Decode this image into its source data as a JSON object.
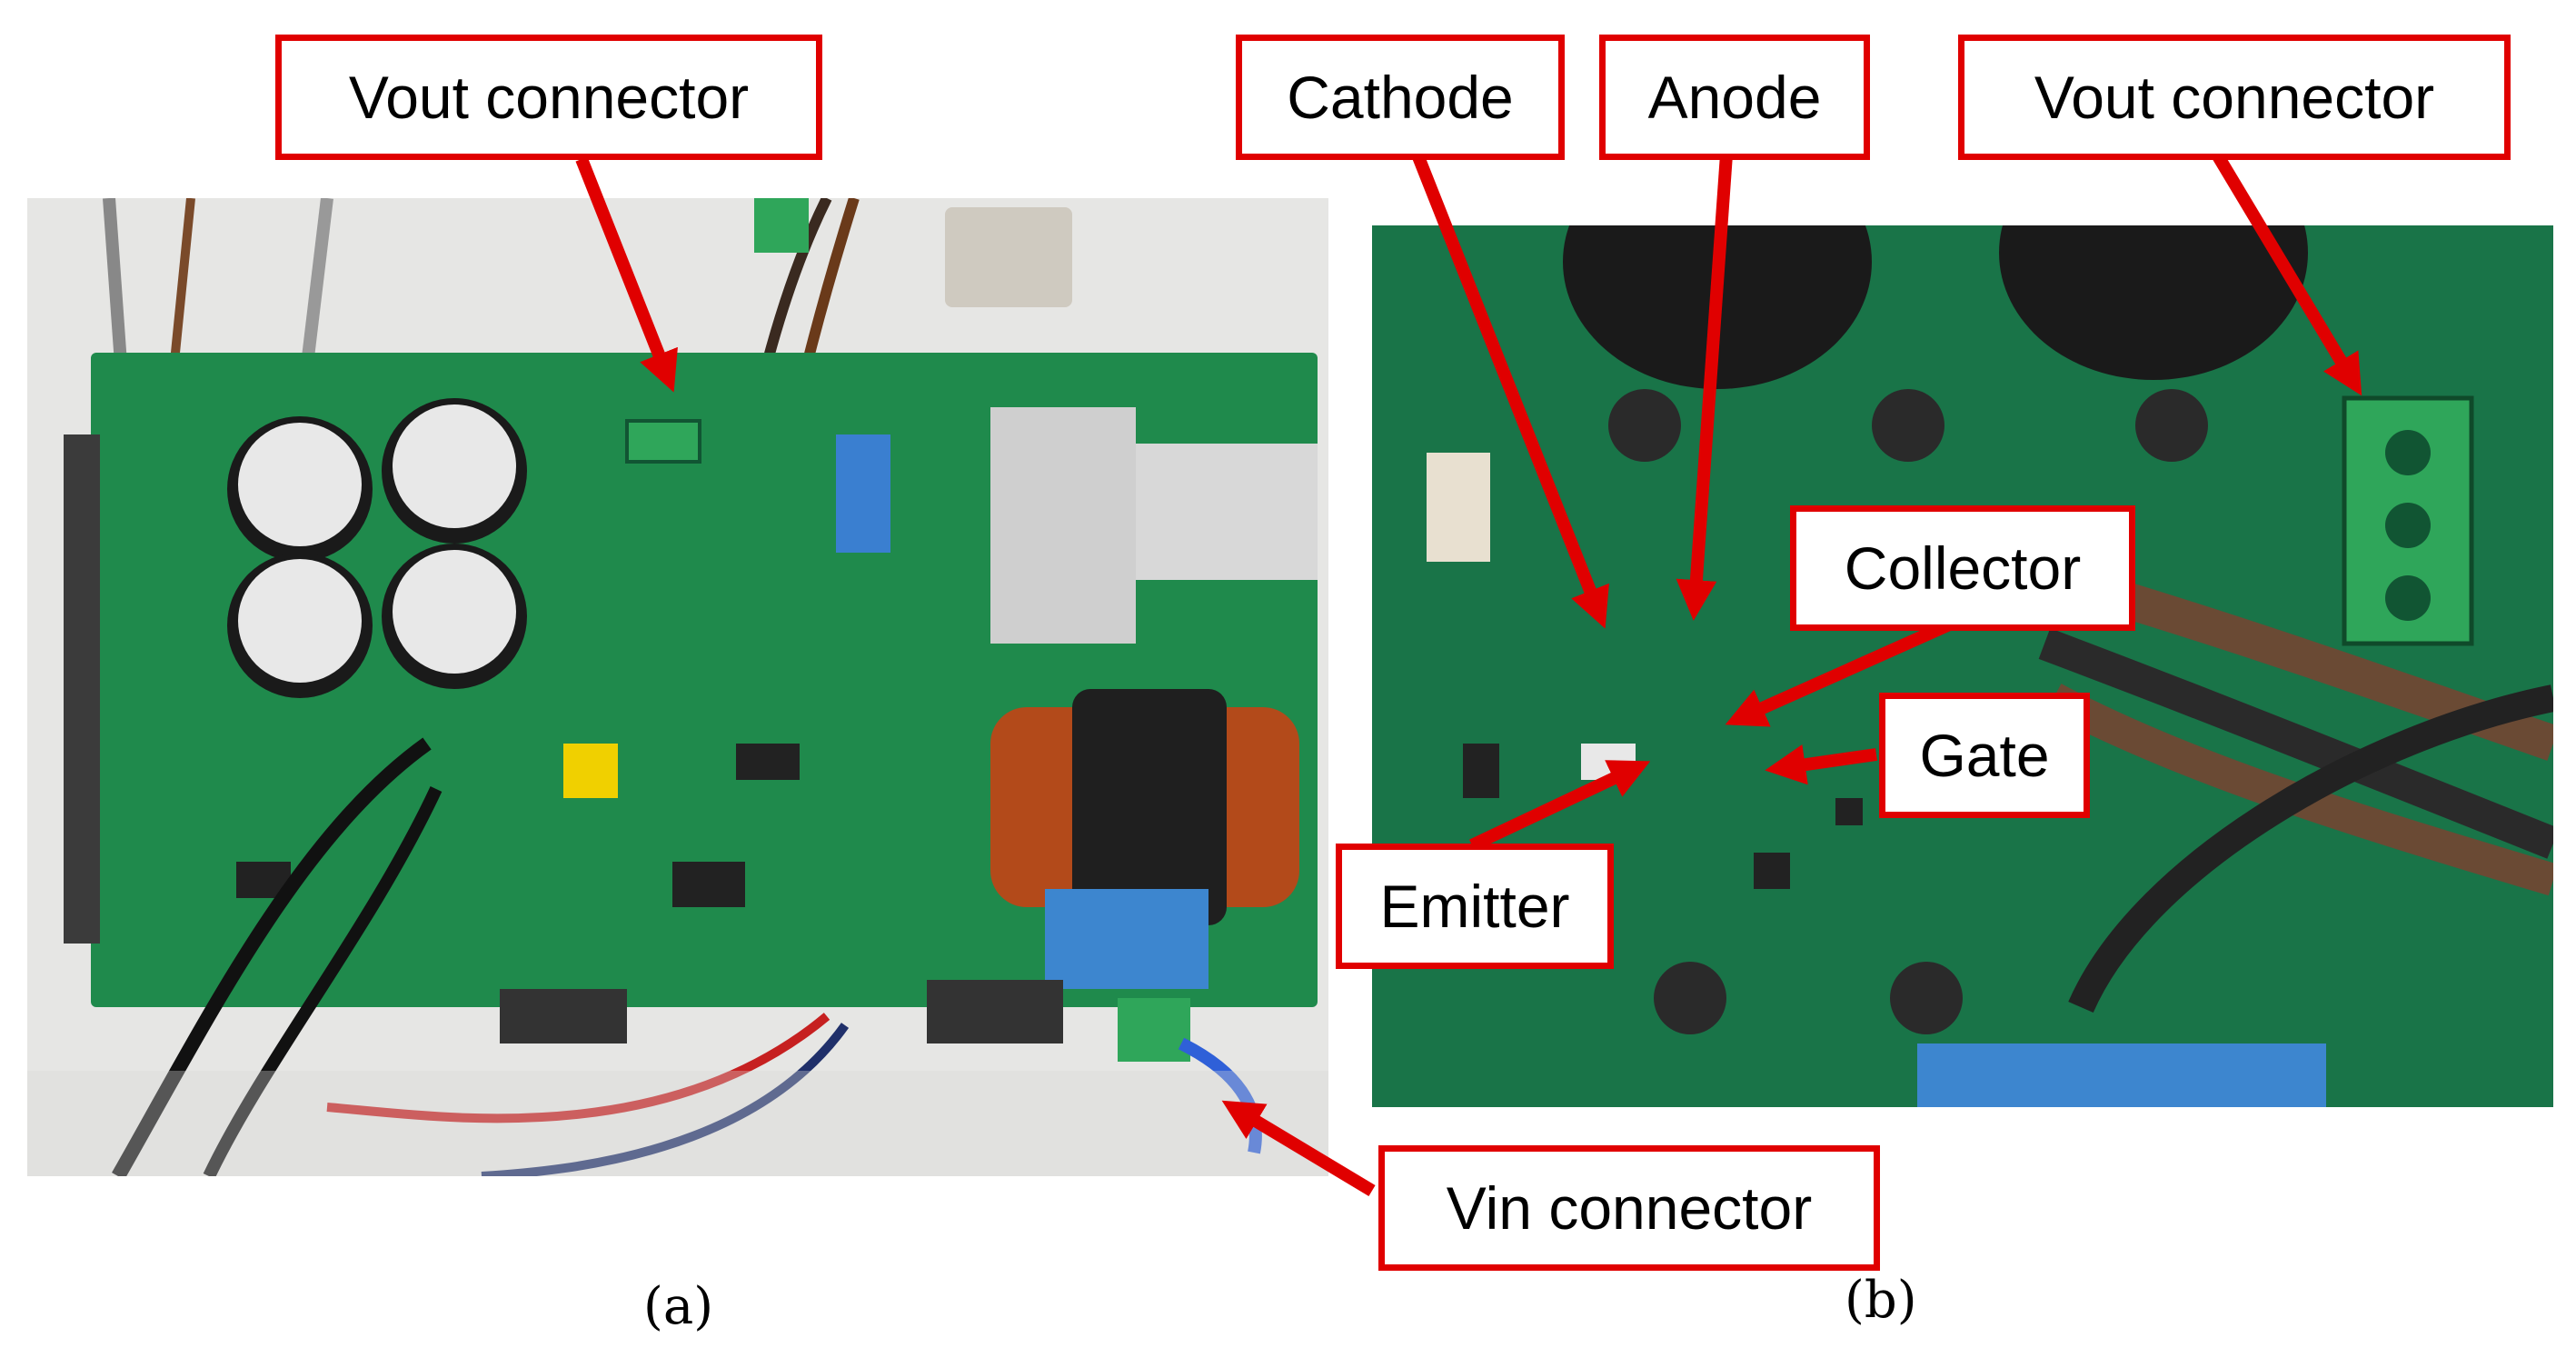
{
  "panel_a": {
    "caption": "(a)",
    "labels": {
      "vout": "Vout connector",
      "vin": "Vin connector"
    }
  },
  "panel_b": {
    "caption": "(b)",
    "labels": {
      "cathode": "Cathode",
      "anode": "Anode",
      "vout": "Vout connector",
      "collector": "Collector",
      "gate": "Gate",
      "emitter": "Emitter"
    }
  },
  "colors": {
    "callout_border": "#e00000",
    "arrow": "#e00000",
    "pcb": "#1f8a4c"
  }
}
